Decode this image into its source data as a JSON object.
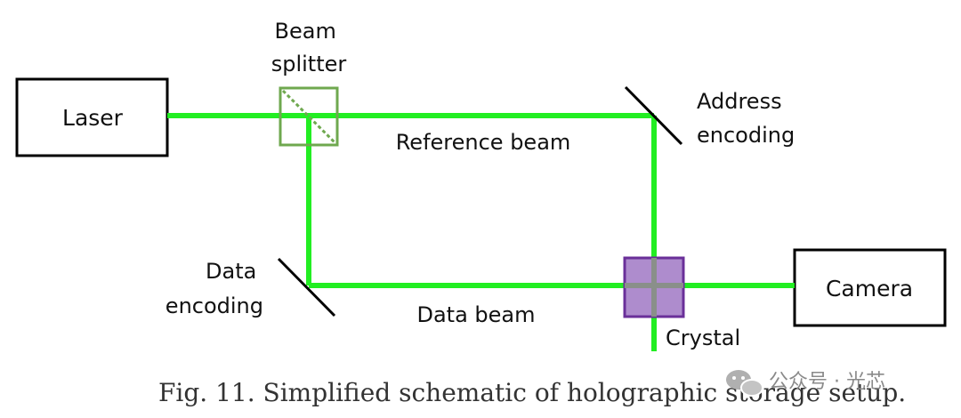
{
  "components": {
    "laser": "Laser",
    "camera": "Camera",
    "beam_splitter": [
      "Beam",
      "splitter"
    ],
    "address_encoding": [
      "Address",
      "encoding"
    ],
    "data_encoding": [
      "Data",
      "encoding"
    ],
    "crystal": "Crystal"
  },
  "beams": {
    "reference": "Reference beam",
    "data": "Data beam"
  },
  "caption": "Fig. 11.  Simplified schematic of holographic storage setup.",
  "watermark": {
    "icon": "wechat-icon",
    "text": "公众号 · 光芯"
  },
  "colors": {
    "beam": "#22ee22",
    "splitter": "#6fa84f",
    "crystal_fill": "#9a6fc0",
    "crystal_stroke": "#6a2f99",
    "box_stroke": "#000000"
  }
}
